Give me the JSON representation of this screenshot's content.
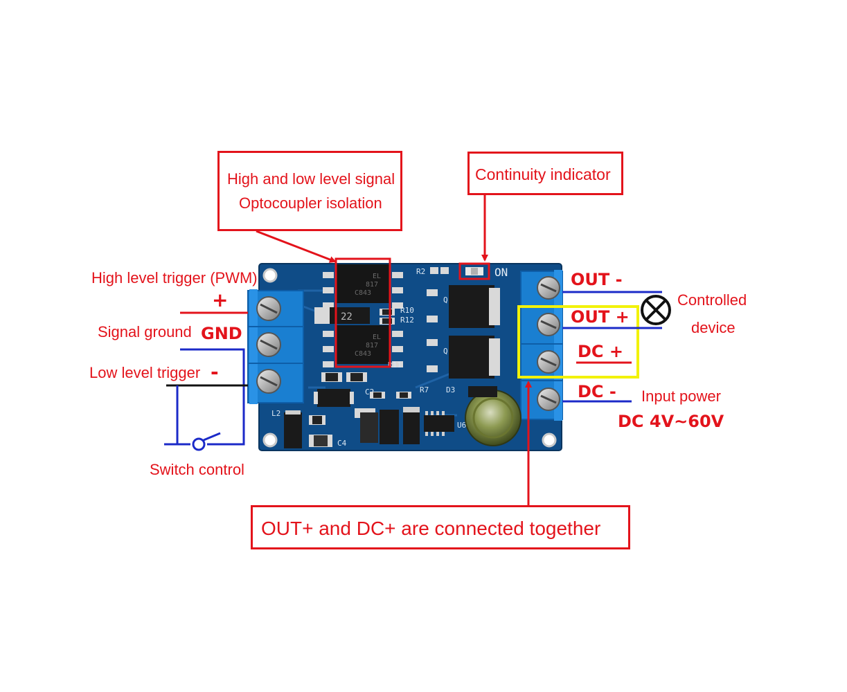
{
  "callouts": {
    "optocoupler": {
      "line1": "High and low level signal",
      "line2": "Optocoupler isolation"
    },
    "indicator": {
      "text": "Continuity indicator"
    },
    "connected": {
      "text": "OUT+ and DC+ are connected together"
    }
  },
  "left_labels": {
    "high_trigger": "High level trigger (PWM)",
    "plus": "+",
    "signal_ground": "Signal ground",
    "gnd": "GND",
    "low_trigger": "Low level trigger",
    "minus": "-",
    "switch_control": "Switch control"
  },
  "right_labels": {
    "out_minus": "OUT -",
    "out_plus": "OUT +",
    "dc_plus": "DC +",
    "dc_minus": "DC -",
    "controlled_device_1": "Controlled",
    "controlled_device_2": "device",
    "input_power": "Input power",
    "input_voltage": "DC 4V~60V"
  },
  "board_silkscreen": {
    "led_label": "ON",
    "r2": "R2",
    "r10": "R10",
    "r12": "R12",
    "q": "Q",
    "c2": "C2",
    "c4": "C4",
    "l2": "L2",
    "r7": "R7",
    "d3": "D3",
    "u6": "U6",
    "r11": "R11",
    "chip_code_1": "EL",
    "chip_code_2": "817",
    "chip_code_3": "C843",
    "smd_code": "22"
  },
  "colors": {
    "annotation_red": "#e3131b",
    "board_blue": "#0f4c87",
    "terminal_blue": "#1a7fd1",
    "wire_blue": "#1b2ac8",
    "highlight_yellow": "#f2f20a"
  }
}
